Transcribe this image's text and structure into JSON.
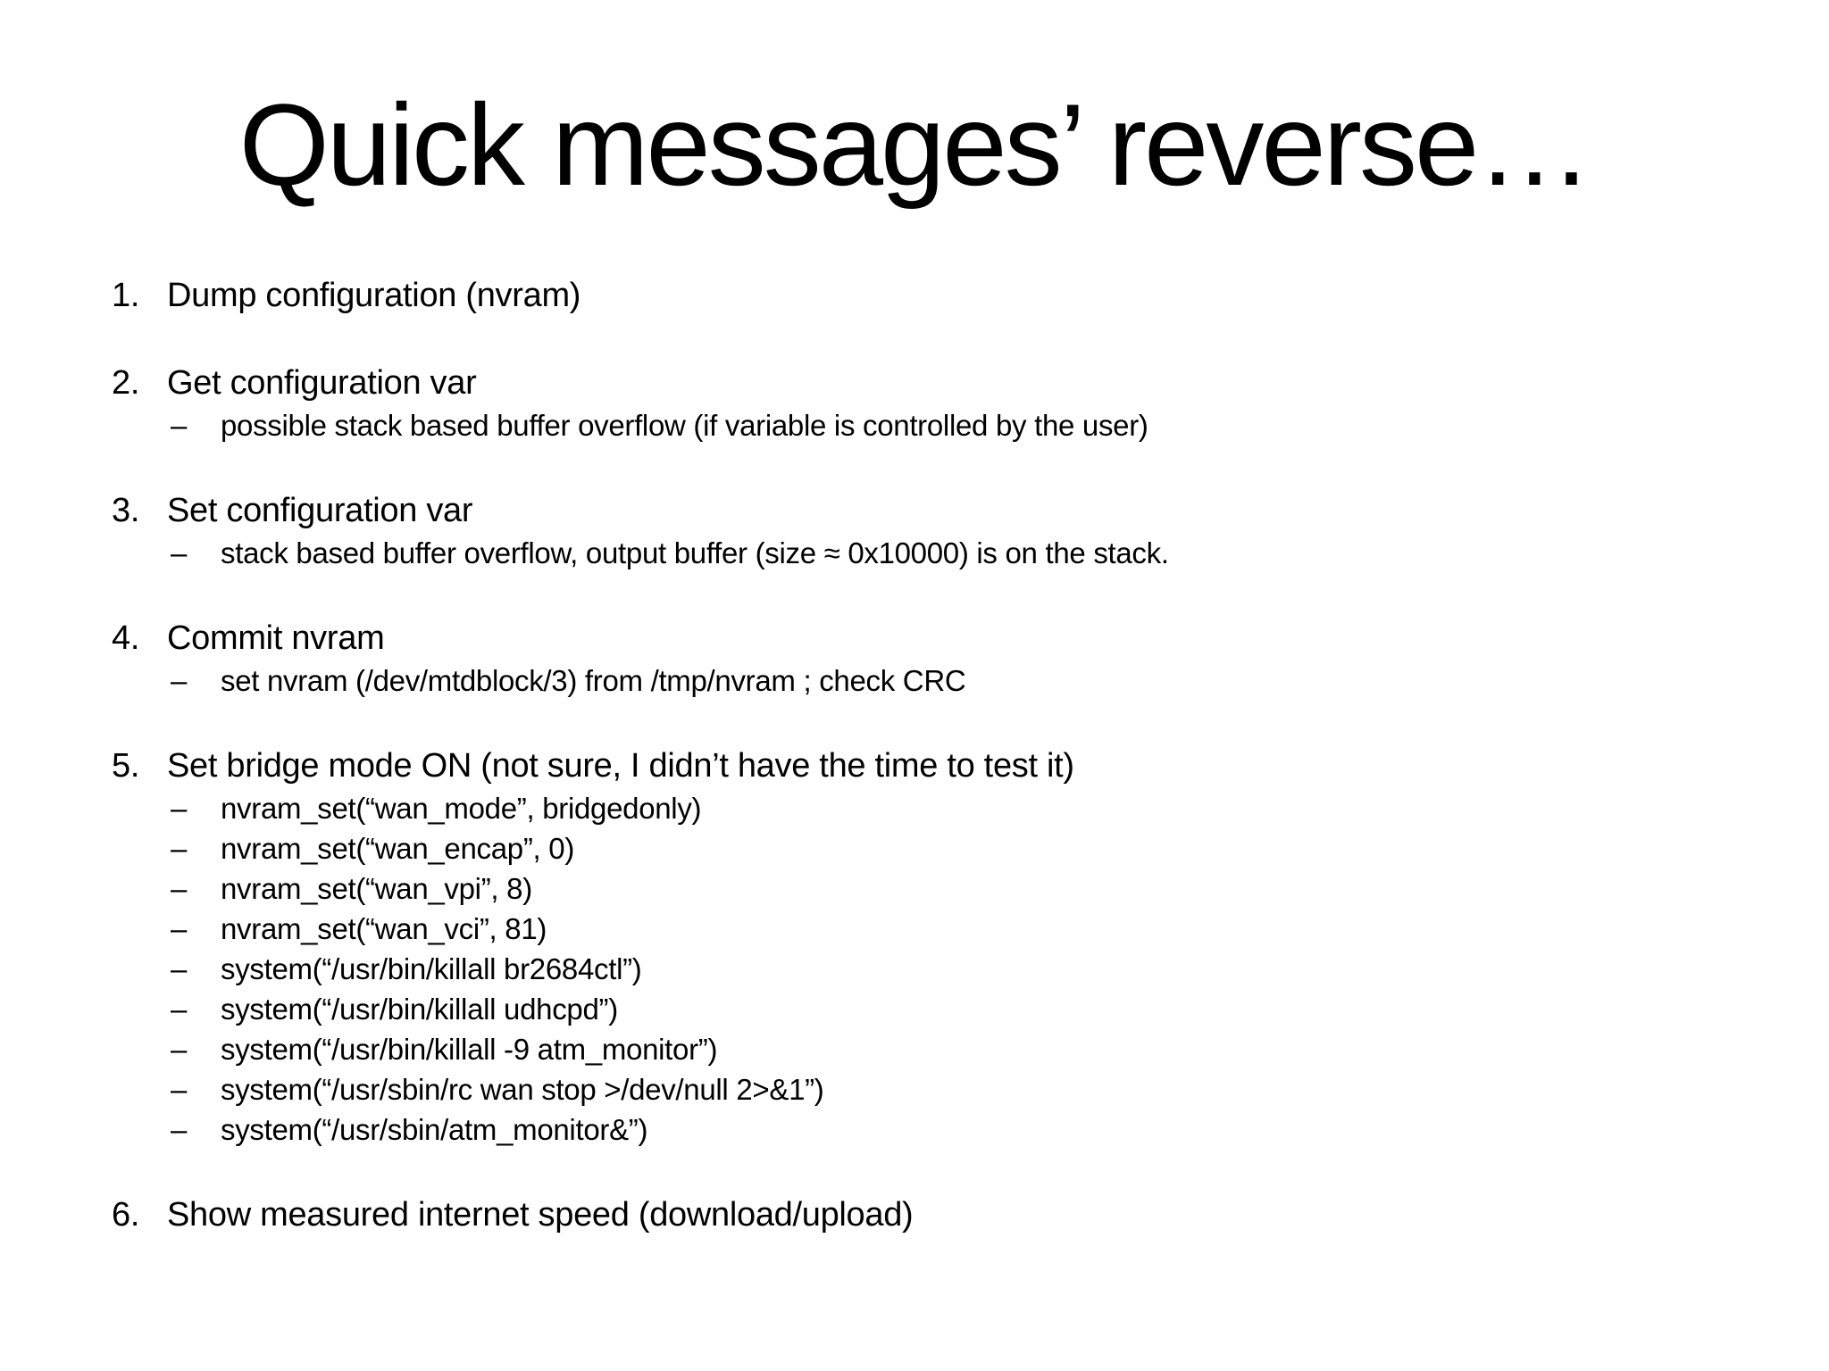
{
  "slide": {
    "title": "Quick messages’ reverse…",
    "bullet_char": "–",
    "text_color": "#000000",
    "background_color": "#ffffff",
    "items": [
      {
        "number": "1.",
        "label": "Dump configuration (nvram)",
        "subs": []
      },
      {
        "number": "2.",
        "label": "Get configuration var",
        "subs": [
          "possible stack based buffer overflow (if variable is controlled by the user)"
        ]
      },
      {
        "number": "3.",
        "label": "Set configuration var",
        "subs": [
          "stack based buffer overflow, output buffer (size ≈ 0x10000) is on the stack."
        ]
      },
      {
        "number": "4.",
        "label": "Commit nvram",
        "subs": [
          "set nvram (/dev/mtdblock/3) from /tmp/nvram ; check CRC"
        ]
      },
      {
        "number": "5.",
        "label": "Set bridge mode ON (not sure, I didn’t have the time to test it)",
        "subs": [
          "nvram_set(“wan_mode”, bridgedonly)",
          "nvram_set(“wan_encap”, 0)",
          "nvram_set(“wan_vpi”, 8)",
          "nvram_set(“wan_vci”, 81)",
          "system(“/usr/bin/killall br2684ctl”)",
          "system(“/usr/bin/killall udhcpd”)",
          "system(“/usr/bin/killall -9 atm_monitor”)",
          "system(“/usr/sbin/rc wan stop >/dev/null 2>&1”)",
          "system(“/usr/sbin/atm_monitor&”)"
        ]
      },
      {
        "number": "6.",
        "label": "Show measured internet speed (download/upload)",
        "subs": []
      }
    ]
  }
}
